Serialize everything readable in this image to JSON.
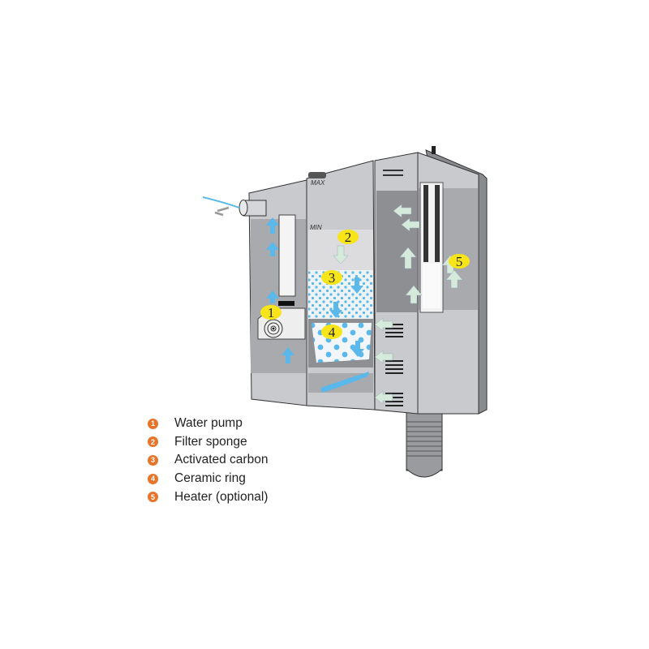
{
  "diagram": {
    "level_labels": {
      "max": "MAX",
      "min": "MIN"
    },
    "markers": [
      "1",
      "2",
      "3",
      "4",
      "5"
    ],
    "colors": {
      "body": "#c9cacd",
      "water": "#a9aaae",
      "arrow_blue": "#5ab8ea",
      "arrow_green": "#d6eadc",
      "marker": "#f7e51a",
      "badge": "#e8742a"
    }
  },
  "legend": [
    {
      "number": "1",
      "label": "Water pump"
    },
    {
      "number": "2",
      "label": "Filter sponge"
    },
    {
      "number": "3",
      "label": "Activated carbon"
    },
    {
      "number": "4",
      "label": "Ceramic ring"
    },
    {
      "number": "5",
      "label": "Heater (optional)"
    }
  ]
}
